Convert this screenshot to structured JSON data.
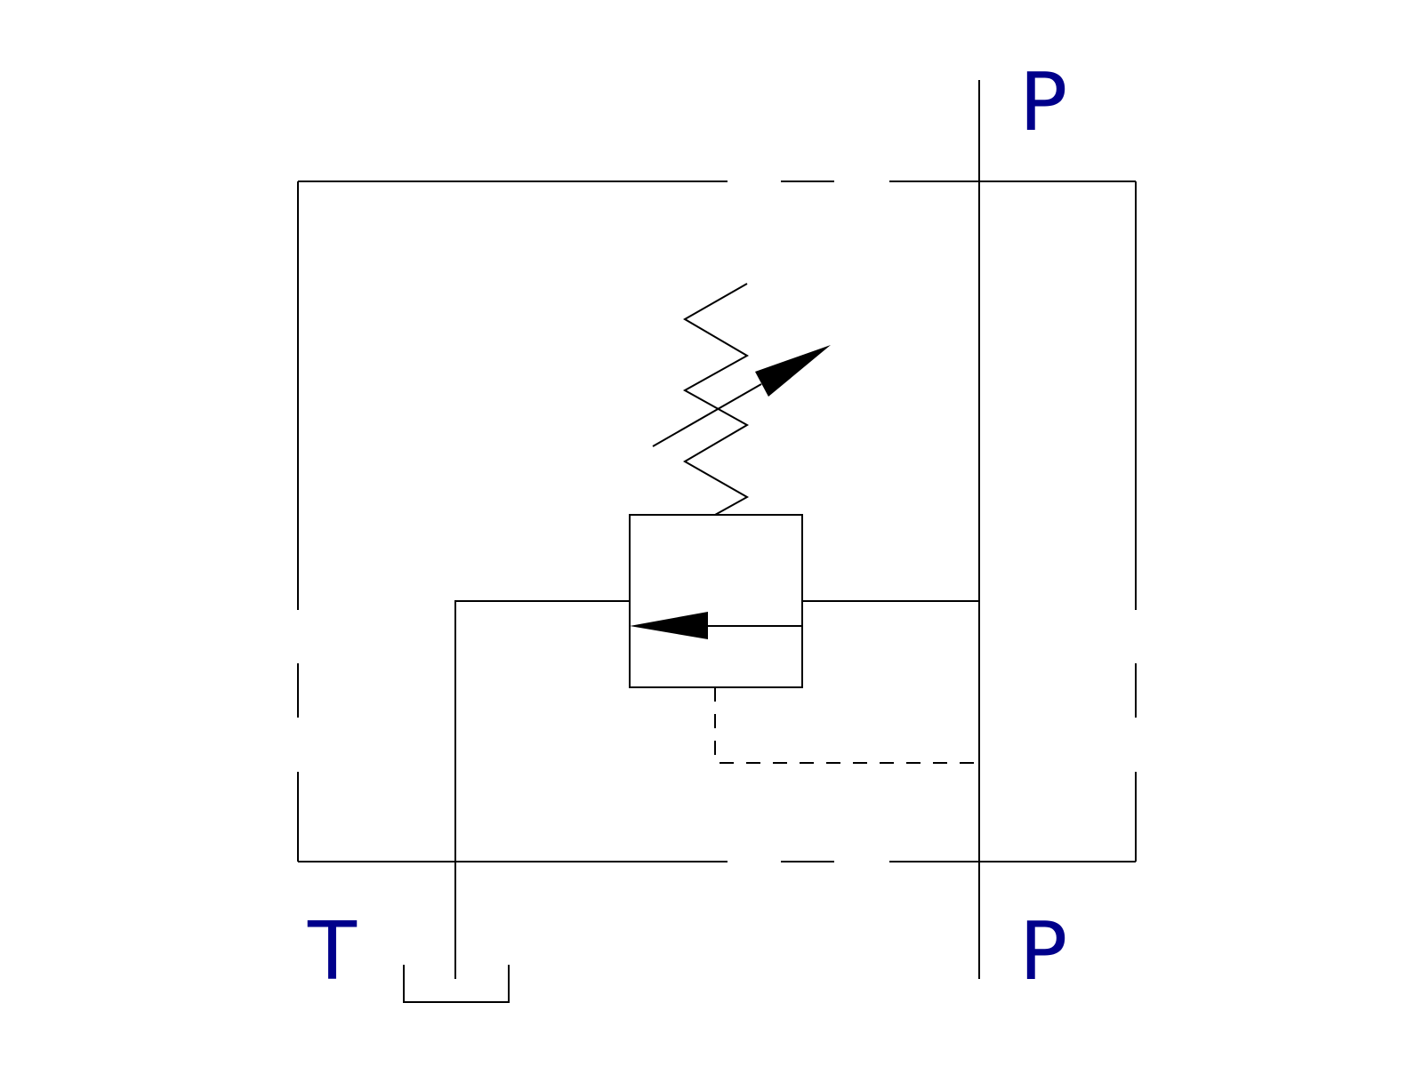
{
  "diagram": {
    "ports": {
      "top_right": "P",
      "bottom_right": "P",
      "bottom_left": "T"
    },
    "colors": {
      "line": "#000000",
      "label": "#00008b",
      "background": "#ffffff"
    },
    "symbols": [
      "adjustable-spring-icon",
      "adjustment-arrow-icon",
      "valve-flow-arrow-icon",
      "tank-icon"
    ]
  }
}
